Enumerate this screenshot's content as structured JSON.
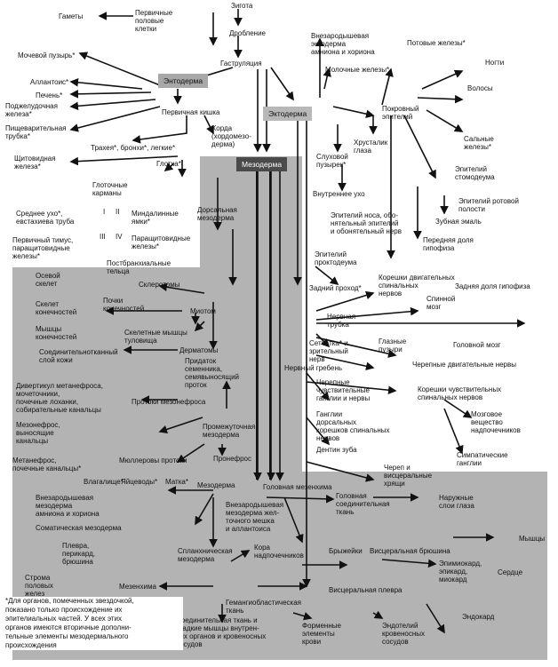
{
  "labels": {
    "zygota": "Зигота",
    "pervichnye_klet_1": "Первичные",
    "pervichnye_klet_2": "половые",
    "pervichnye_klet_3": "клетки",
    "gamety": "Гаметы",
    "droblenie": "Дробление",
    "gastrulyaciya": "Гаструляция",
    "mochevoy": "Мочевой пузырь*",
    "allantois": "Аллантоис*",
    "pechen": "Печень*",
    "podzhel_1": "Поджелудочная",
    "podzhel_2": "железа*",
    "pishch_1": "Пищеварительная",
    "pishch_2": "трубка*",
    "entoderma": "Энтодерма",
    "perv_kishka": "Первичная кишка",
    "horda_1": "Хорда",
    "horda_2": "(хордомезо-",
    "horda_3": "дерма)",
    "ektoderma": "Эктодерма",
    "trahea": "Трахея*, бронхи*, легкие*",
    "shchitov_1": "Щитовидная",
    "shchitov_2": "железа*",
    "glotka": "Глотка*",
    "glotoch_1": "Глоточные",
    "glotoch_2": "карманы",
    "mezoderma": "Мезодерма",
    "dors_1": "Дорсальная",
    "dors_2": "мезодерма",
    "sred_uho_1": "Среднее ухо*,",
    "sred_uho_2": "евстахиева труба",
    "roman_1": "I",
    "roman_2": "II",
    "roman_3": "III",
    "roman_4": "IV",
    "mindal_1": "Миндалинные",
    "mindal_2": "ямки*",
    "perv_timus_1": "Первичный тимус,",
    "perv_timus_2": "паращитовидные",
    "perv_timus_3": "железы*",
    "parashch_1": "Паращитовидные",
    "parashch_2": "железы*",
    "postbranh_1": "Постбранхиальные",
    "postbranh_2": "тельца",
    "vnezar_ekto_1": "Внезародышевая",
    "vnezar_ekto_2": "эктодерма",
    "vnezar_ekto_3": "амниона и хориона",
    "potovye": "Потовые железы*",
    "molochnye": "Молочные железы*",
    "nogti": "Ногти",
    "volosy": "Волосы",
    "pokrov_1": "Покровный",
    "pokrov_2": "эпителий",
    "salnye_1": "Сальные",
    "salnye_2": "железы*",
    "hrustalik_1": "Хрусталик",
    "hrustalik_2": "глаза",
    "sluh_1": "Слуховой",
    "sluh_2": "пузырек*",
    "vnutr_uho": "Внутреннее ухо",
    "epit_stomo_1": "Эпителий",
    "epit_stomo_2": "стомодеума",
    "epit_rot_1": "Эпителий ротовой",
    "epit_rot_2": "полости",
    "zub_emal": "Зубная эмаль",
    "epit_nosa_1": "Эпителий носа, обо-",
    "epit_nosa_2": "нятельный эпителий",
    "epit_nosa_3": "и обонятельный нерв",
    "perednyaya_1": "Передняя доля",
    "perednyaya_2": "гипофиза",
    "epit_prokto_1": "Эпителий",
    "epit_prokto_2": "проктодеума",
    "osevoy_1": "Осевой",
    "osevoy_2": "скелет",
    "sklerotomy": "Склеротомы",
    "skelet_kon_1": "Скелет",
    "skelet_kon_2": "конечностей",
    "pochki_kon_1": "Почки",
    "pochki_kon_2": "конечностей",
    "miotom": "Миотом",
    "myshcy_kon_1": "Мышцы",
    "myshcy_kon_2": "конечностей",
    "skelet_mysh_1": "Скелетные мышцы",
    "skelet_mysh_2": "туловища",
    "soedin_sloy_1": "Соединительнотканный",
    "soedin_sloy_2": "слой кожи",
    "dermatomy": "Дерматомы",
    "zadniy_prohod": "Задний проход*",
    "koreshki_dv_1": "Корешки двигательных",
    "koreshki_dv_2": "спинальных",
    "koreshki_dv_3": "нервов",
    "spinnoy_1": "Спинной",
    "spinnoy_2": "мозг",
    "zadnyaya_dolya": "Задняя доля гипофиза",
    "nervnaya_1": "Нервная",
    "nervnaya_2": "трубка",
    "setchatka_1": "Сетчатка* и",
    "setchatka_2": "зрительный",
    "setchatka_3": "нерв",
    "glaznye_1": "Глазные",
    "glaznye_2": "пузыри",
    "golovnoy_mozg": "Головной мозг",
    "cherep_dv": "Черепные двигательные нервы",
    "nerv_greben": "Нервный гребень",
    "pridatok_1": "Придаток",
    "pridatok_2": "семенника,",
    "pridatok_3": "семявыносящий",
    "pridatok_4": "проток",
    "divert_1": "Дивертикул метанефроса,",
    "divert_2": "мочеточники,",
    "divert_3": "почечные лоханки,",
    "divert_4": "собирательные канальцы",
    "protoki_mez": "Протоки мезонефроса",
    "cherep_chuv_1": "Черепные",
    "cherep_chuv_2": "чувствительные",
    "cherep_chuv_3": "ганглии и нервы",
    "koreshki_chuv_1": "Корешки чувствительных",
    "koreshki_chuv_2": "спинальных нервов",
    "gangli_1": "Ганглии",
    "gangli_2": "дорсальных",
    "gangli_3": "корешков спинальных",
    "gangli_4": "нервов",
    "mozgovoe_1": "Мозговое",
    "mozgovoe_2": "вещество",
    "mozgovoe_3": "надпочечников",
    "simpat_1": "Симпатические",
    "simpat_2": "ганглии",
    "dentin": "Дентин зуба",
    "mezonefros_1": "Мезонефрос,",
    "mezonefros_2": "выносящие",
    "mezonefros_3": "канальцы",
    "promezh_1": "Промежуточная",
    "promezh_2": "мезодерма",
    "pronefros": "Пронефрос",
    "metanefros_1": "Метанефрос,",
    "metanefros_2": "почечные канальцы*",
    "myullerovy": "Мюллеровы протоки",
    "vlagalishche": "Влагалище*",
    "yaytsevody": "Яйцеводы*",
    "matka": "Матка*",
    "cherep_visc_1": "Череп и",
    "cherep_visc_2": "висцеральные",
    "cherep_visc_3": "хрящи",
    "mezoderma2": "Мезодерма",
    "golovnaya_mez": "Головная  мезенхима",
    "golovnaya_soed_1": "Головная",
    "golovnaya_soed_2": "соединительная",
    "golovnaya_soed_3": "ткань",
    "naruzh_sloi_1": "Наружные",
    "naruzh_sloi_2": "слои глаза",
    "vnezar_mez_1": "Внезародышевая",
    "vnezar_mez_2": "мезодерма",
    "vnezar_mez_3": "амниона и хориона",
    "vnezar_zhelt_1": "Внезародышевая",
    "vnezar_zhelt_2": "мезодерма жел-",
    "vnezar_zhelt_3": "точного мешка",
    "vnezar_zhelt_4": "и аллантоиса",
    "somat_mez": "Соматическая мезодерма",
    "myshcy": "Мышцы",
    "plevra_1": "Плевра,",
    "plevra_2": "перикард,",
    "plevra_3": "брюшина",
    "splanh_1": "Спланхническая",
    "splanh_2": "мезодерма",
    "kora_1": "Кора",
    "kora_2": "надпочечников",
    "bryzheyki": "Брыжейки",
    "visc_bryush": "Висцеральная брюшина",
    "epimiokard_1": "Эпимиокард,",
    "epimiokard_2": "эпикард,",
    "epimiokard_3": "миокард",
    "serdce": "Сердце",
    "stroma_1": "Строма",
    "stroma_2": "половых",
    "stroma_3": "желез",
    "mezenhima": "Мезенхима",
    "visc_plevra": "Висцеральная плевра",
    "gemangio_1": "Гемангиобластическая",
    "gemangio_2": "ткань",
    "endokard": "Эндокард",
    "soedin_gladk_1": "Соединительная ткань и",
    "soedin_gladk_2": "гладкие мышцы внутрен-",
    "soedin_gladk_3": "них органов и кровеносных",
    "soedin_gladk_4": "сосудов",
    "formennye_1": "Форменные",
    "formennye_2": "элементы",
    "formennye_3": "крови",
    "endoteliy_1": "Эндотелий",
    "endoteliy_2": "кровеносных",
    "endoteliy_3": "сосудов"
  },
  "footnote": {
    "l1": "*Для органов, помеченных звездочкой,",
    "l2": "показано только происхождение их",
    "l3": "эпителиальных частей. У всех этих",
    "l4": "органов имеются вторичные дополни-",
    "l5": "тельные элементы мезодермального",
    "l6": "происхождения"
  },
  "colors": {
    "mesoderm_region": "#b3b3b3",
    "entoderm_box": "#a8a8a8",
    "ektoderm_box": "#b8b8b8",
    "mesoderm_box": "#4a4a4a"
  }
}
